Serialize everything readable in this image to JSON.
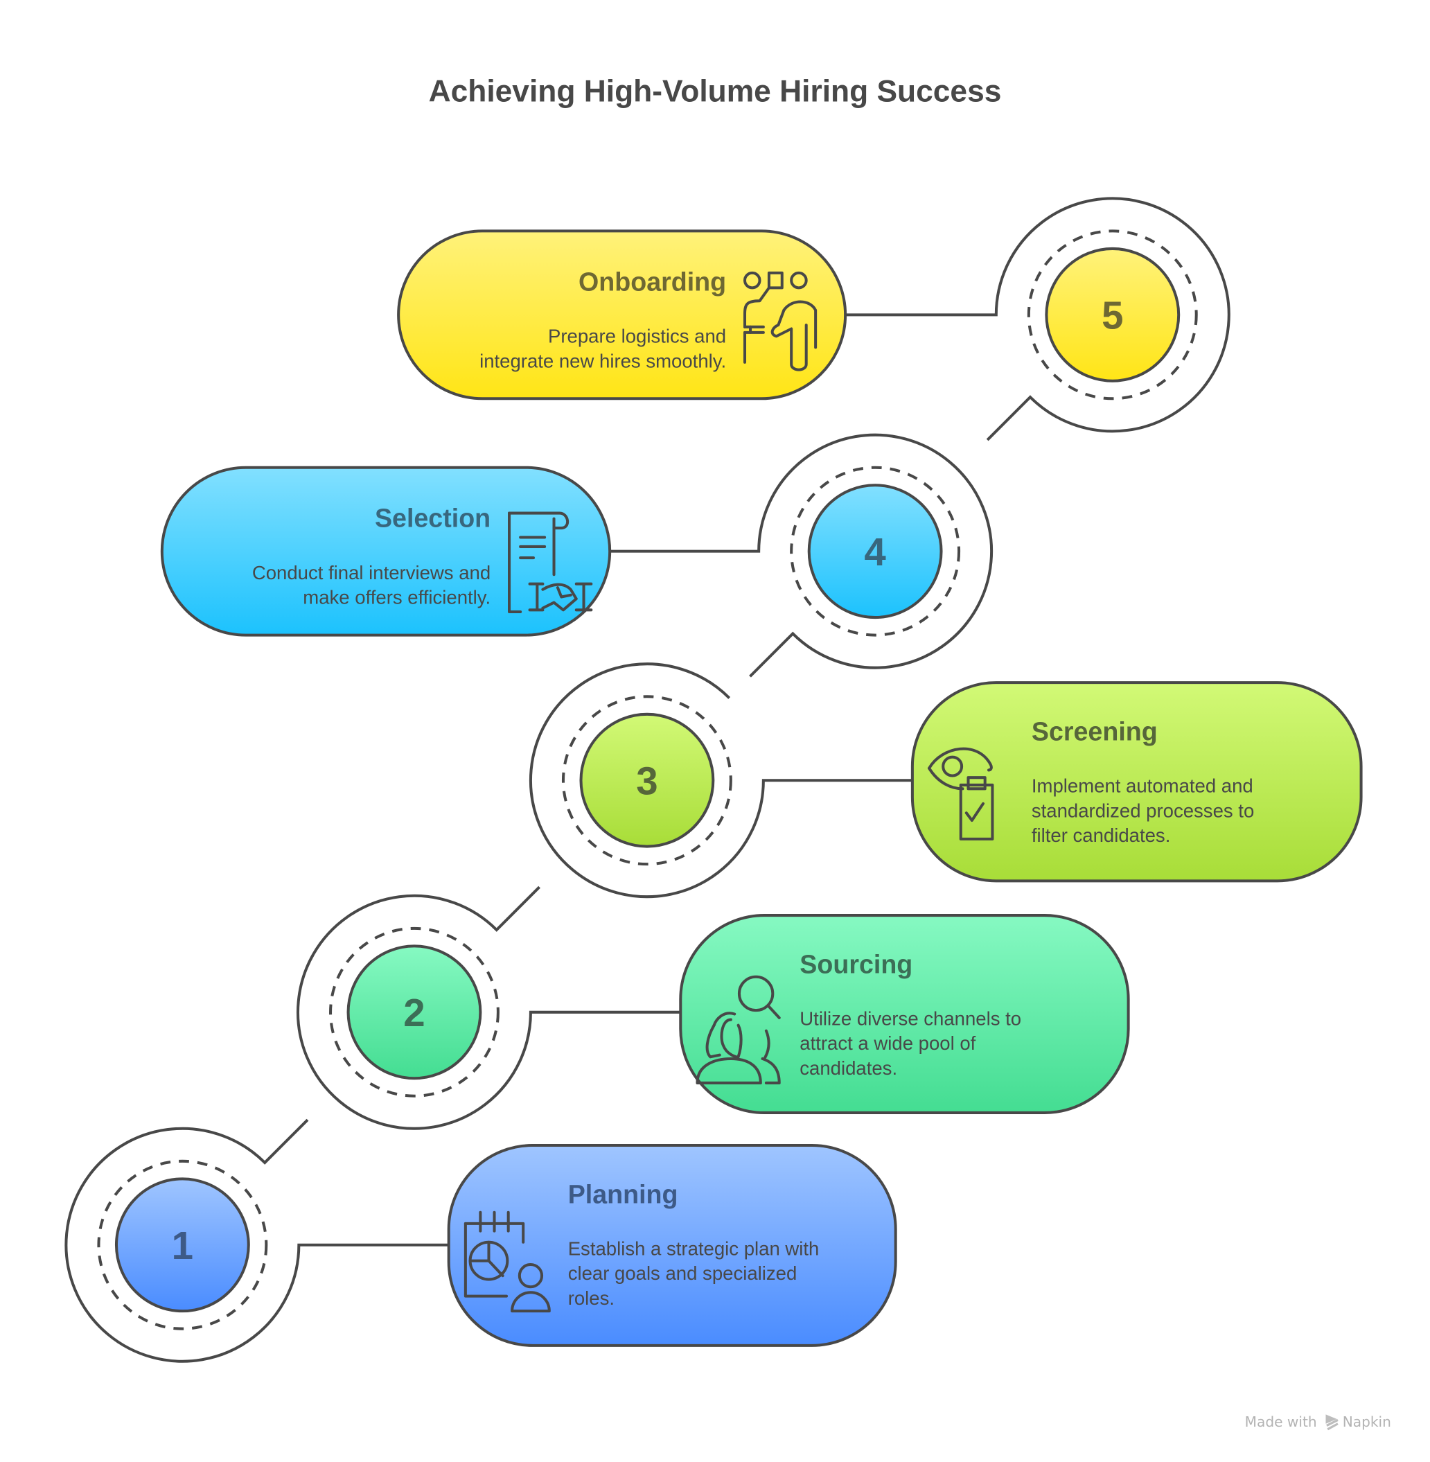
{
  "title": "Achieving High-Volume Hiring Success",
  "steps": [
    {
      "number": "1",
      "title": "Planning",
      "desc_lines": [
        "Establish a strategic plan with",
        "clear goals and specialized",
        "roles."
      ],
      "icon": "calendar-chart-person-icon",
      "colors": {
        "top": "#9FC5FF",
        "bottom": "#4A8CFF",
        "title": "#3D5A87"
      }
    },
    {
      "number": "2",
      "title": "Sourcing",
      "desc_lines": [
        "Utilize diverse channels to",
        "attract a wide pool of",
        "candidates."
      ],
      "icon": "people-search-icon",
      "colors": {
        "top": "#86F9C2",
        "bottom": "#44DD92",
        "title": "#3C6E56"
      }
    },
    {
      "number": "3",
      "title": "Screening",
      "desc_lines": [
        "Implement automated and",
        "standardized processes to",
        "filter candidates."
      ],
      "icon": "eye-clipboard-check-icon",
      "colors": {
        "top": "#D2F976",
        "bottom": "#A8DD38",
        "title": "#56663A"
      }
    },
    {
      "number": "4",
      "title": "Selection",
      "desc_lines": [
        "Conduct final interviews and",
        "make offers efficiently."
      ],
      "icon": "contract-handshake-icon",
      "colors": {
        "top": "#82E0FF",
        "bottom": "#1CC2FD",
        "title": "#38677E"
      }
    },
    {
      "number": "5",
      "title": "Onboarding",
      "desc_lines": [
        "Prepare logistics and",
        "integrate new hires smoothly."
      ],
      "icon": "presenter-trainee-icon",
      "colors": {
        "top": "#FFF27A",
        "bottom": "#FFE516",
        "title": "#6E6833"
      }
    }
  ],
  "footer": {
    "made_with": "Made with",
    "brand": "Napkin"
  }
}
